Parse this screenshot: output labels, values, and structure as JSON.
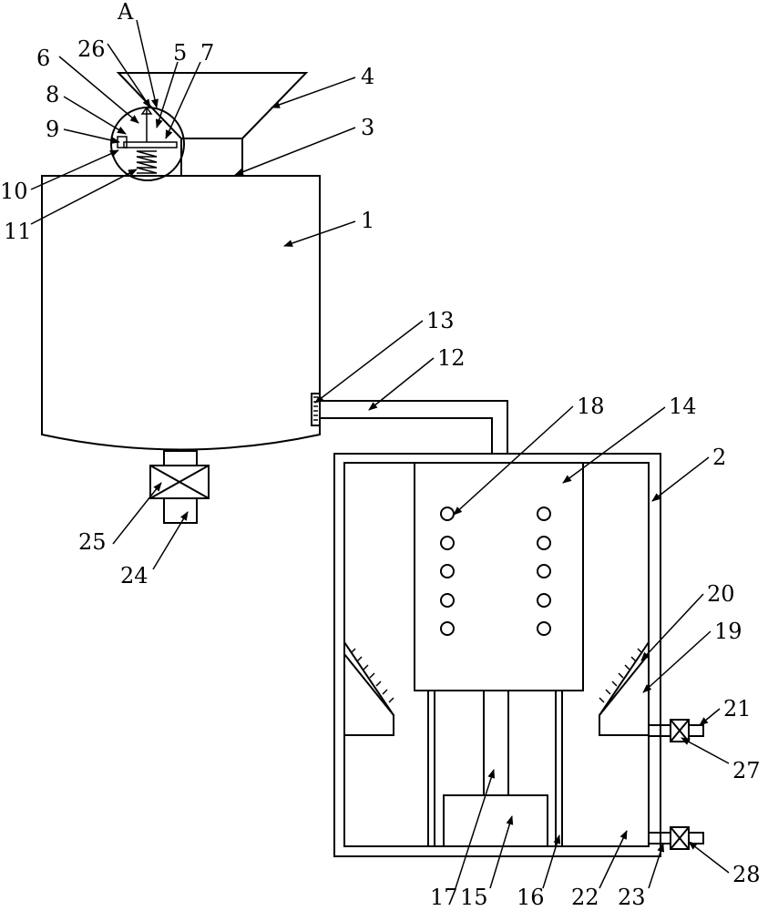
{
  "figure": {
    "callouts": [
      "A",
      "26",
      "5",
      "7",
      "6",
      "8",
      "9",
      "10",
      "11",
      "4",
      "3",
      "1",
      "13",
      "12",
      "18",
      "14",
      "2",
      "20",
      "19",
      "21",
      "27",
      "25",
      "24",
      "17",
      "15",
      "16",
      "22",
      "23",
      "28"
    ]
  }
}
